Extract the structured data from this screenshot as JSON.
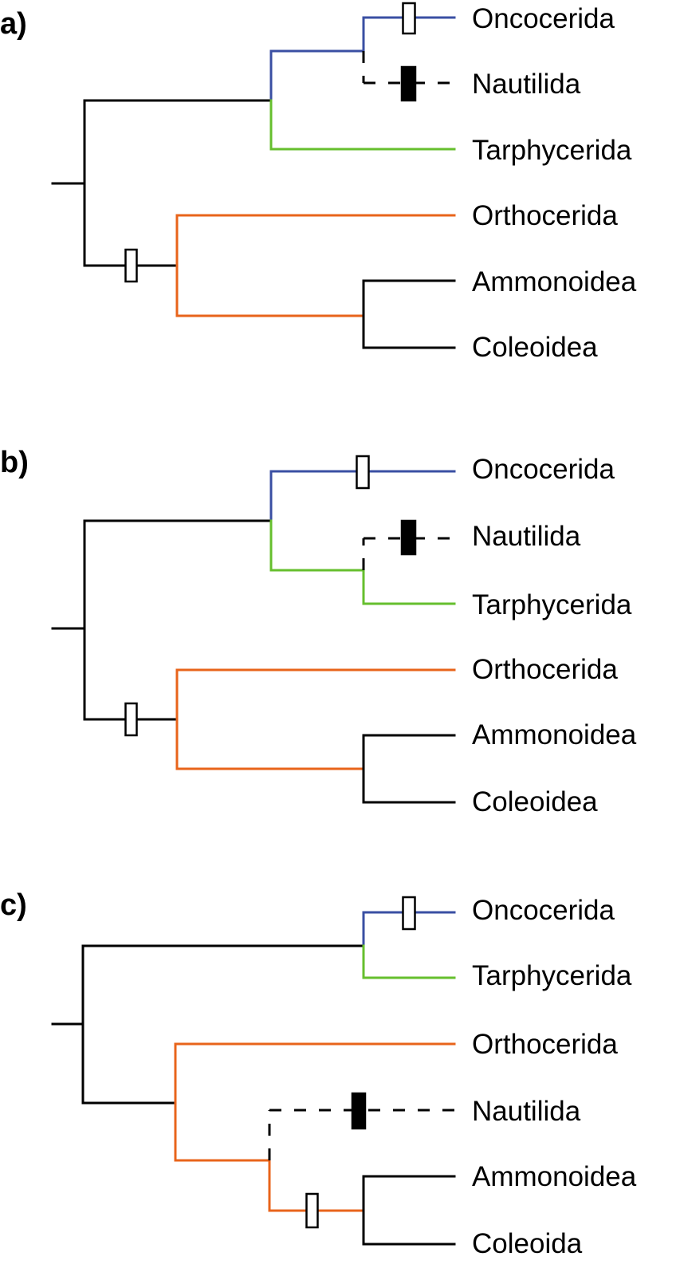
{
  "colors": {
    "black": "#000000",
    "blue": "#3a4fa3",
    "green": "#66bf2e",
    "orange": "#e8641b"
  },
  "panels": [
    {
      "label": "a)",
      "taxa": [
        "Oncocerida",
        "Nautilida",
        "Tarphycerida",
        "Orthocerida",
        "Ammonoidea",
        "Coleoidea"
      ]
    },
    {
      "label": "b)",
      "taxa": [
        "Oncocerida",
        "Nautilida",
        "Tarphycerida",
        "Orthocerida",
        "Ammonoidea",
        "Coleoidea"
      ]
    },
    {
      "label": "c)",
      "taxa": [
        "Oncocerida",
        "Tarphycerida",
        "Orthocerida",
        "Nautilida",
        "Ammonoidea",
        "Coleoida"
      ]
    }
  ]
}
